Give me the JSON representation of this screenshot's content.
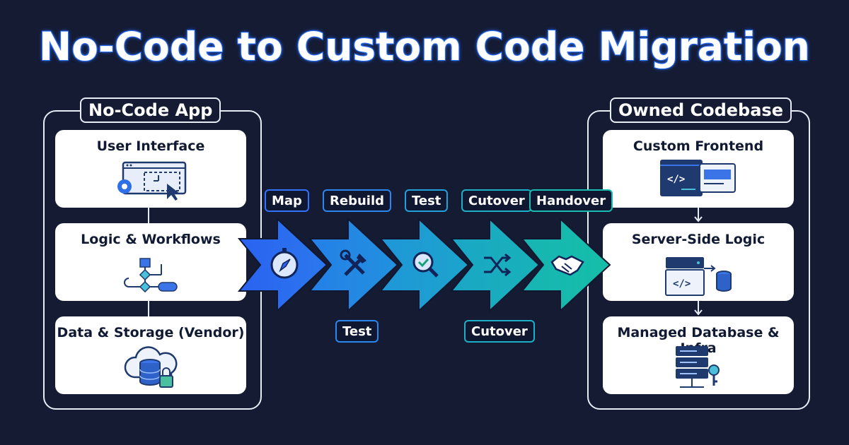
{
  "title": "No-Code to Custom Code Migration",
  "left": {
    "label": "No-Code App",
    "cards": [
      {
        "label": "User Interface",
        "icon": "ui-settings-cursor-icon"
      },
      {
        "label": "Logic & Workflows",
        "icon": "workflow-icon"
      },
      {
        "label": "Data & Storage (Vendor)",
        "icon": "cloud-database-lock-icon"
      }
    ]
  },
  "right": {
    "label": "Owned Codebase",
    "cards": [
      {
        "label": "Custom Frontend",
        "icon": "code-window-icon"
      },
      {
        "label": "Server-Side Logic",
        "icon": "server-code-icon"
      },
      {
        "label": "Managed Database & Infra",
        "icon": "server-key-icon"
      }
    ]
  },
  "steps": [
    {
      "top_label": "Map",
      "icon": "compass-icon",
      "color": "#2b6ef5"
    },
    {
      "top_label": "Rebuild",
      "icon": "tools-icon",
      "color": "#2686e6"
    },
    {
      "top_label": "Test",
      "icon": "magnifier-check-icon",
      "color": "#1f9ad6"
    },
    {
      "top_label": "Cutover",
      "icon": "shuffle-icon",
      "color": "#1aa9c4"
    },
    {
      "top_label": "Handover",
      "icon": "handshake-icon",
      "color": "#17b8b0"
    }
  ],
  "bottom_tags": [
    "Test",
    "Cutover"
  ],
  "colors": {
    "background": "#141b33",
    "accent": "#2f73ff",
    "card": "#ffffff",
    "ink": "#1f3a6e"
  }
}
